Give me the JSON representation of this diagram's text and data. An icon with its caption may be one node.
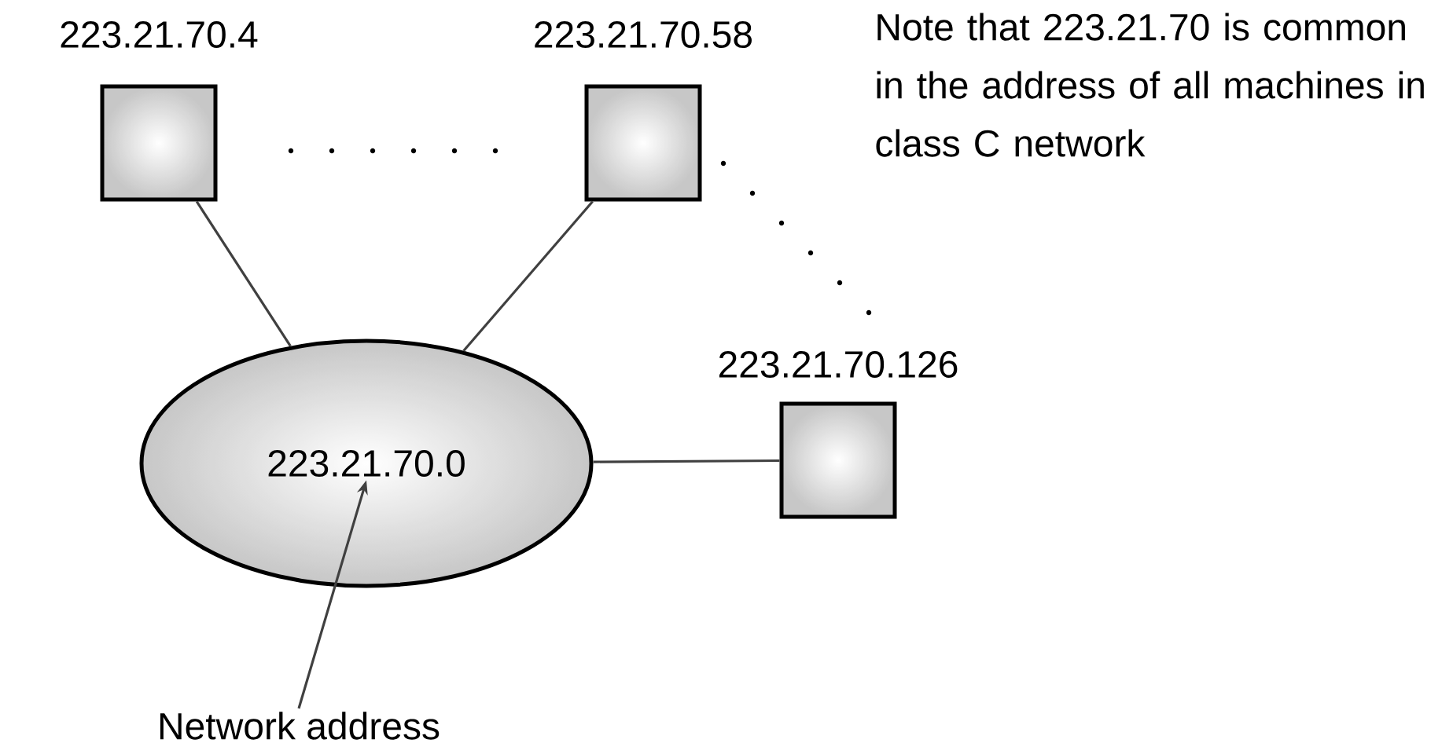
{
  "diagram": {
    "nodes": [
      {
        "text": [
          "223.21.70.0"
        ]
      },
      {
        "text": [
          "223.21.70.4"
        ]
      },
      {
        "text": [
          "223.21.70.58"
        ]
      },
      {
        "text": [
          "223.21.70.126"
        ]
      },
      {
        "text": [
          "Network address"
        ]
      }
    ],
    "edges": [
      {
        "from": 1,
        "to": 0,
        "arrow": "none"
      },
      {
        "from": 2,
        "to": 0,
        "arrow": "none"
      },
      {
        "from": 0,
        "to": 3,
        "arrow": "none"
      },
      {
        "from": 4,
        "to": 0,
        "arrow": "to"
      }
    ],
    "labels": [
      "Note that 223.21.70 is common in the address of all machines in class C network"
    ]
  }
}
